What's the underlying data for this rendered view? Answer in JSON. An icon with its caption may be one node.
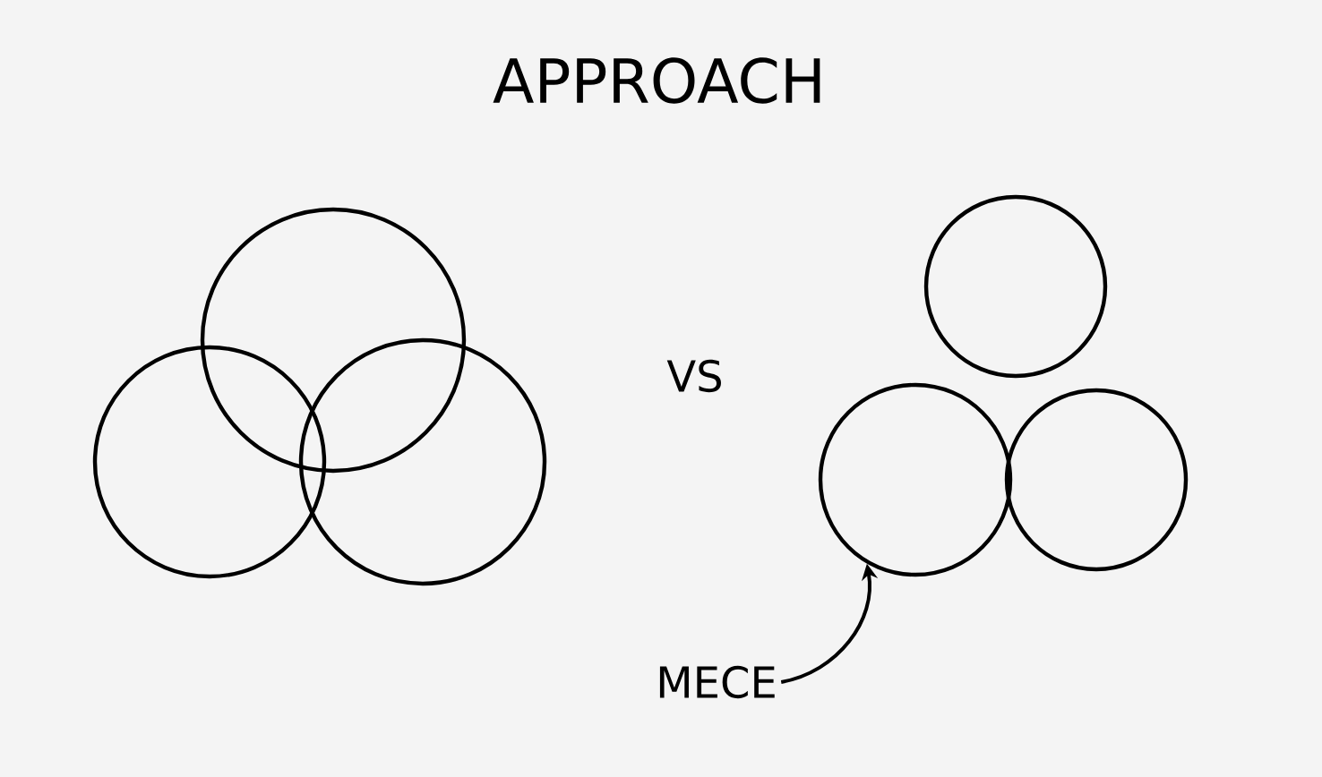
{
  "diagram": {
    "title": "APPROACH",
    "nodes": [
      {
        "text": [],
        "shape": "circle"
      },
      {
        "text": [],
        "shape": "circle"
      },
      {
        "text": [],
        "shape": "circle"
      },
      {
        "text": [],
        "shape": "circle"
      },
      {
        "text": [],
        "shape": "circle"
      },
      {
        "text": [],
        "shape": "circle"
      },
      {
        "text": [
          "MECE"
        ]
      }
    ],
    "edges": [
      {
        "from": 6,
        "to": 4,
        "arrow": "to"
      }
    ],
    "labels": [
      "VS"
    ]
  }
}
